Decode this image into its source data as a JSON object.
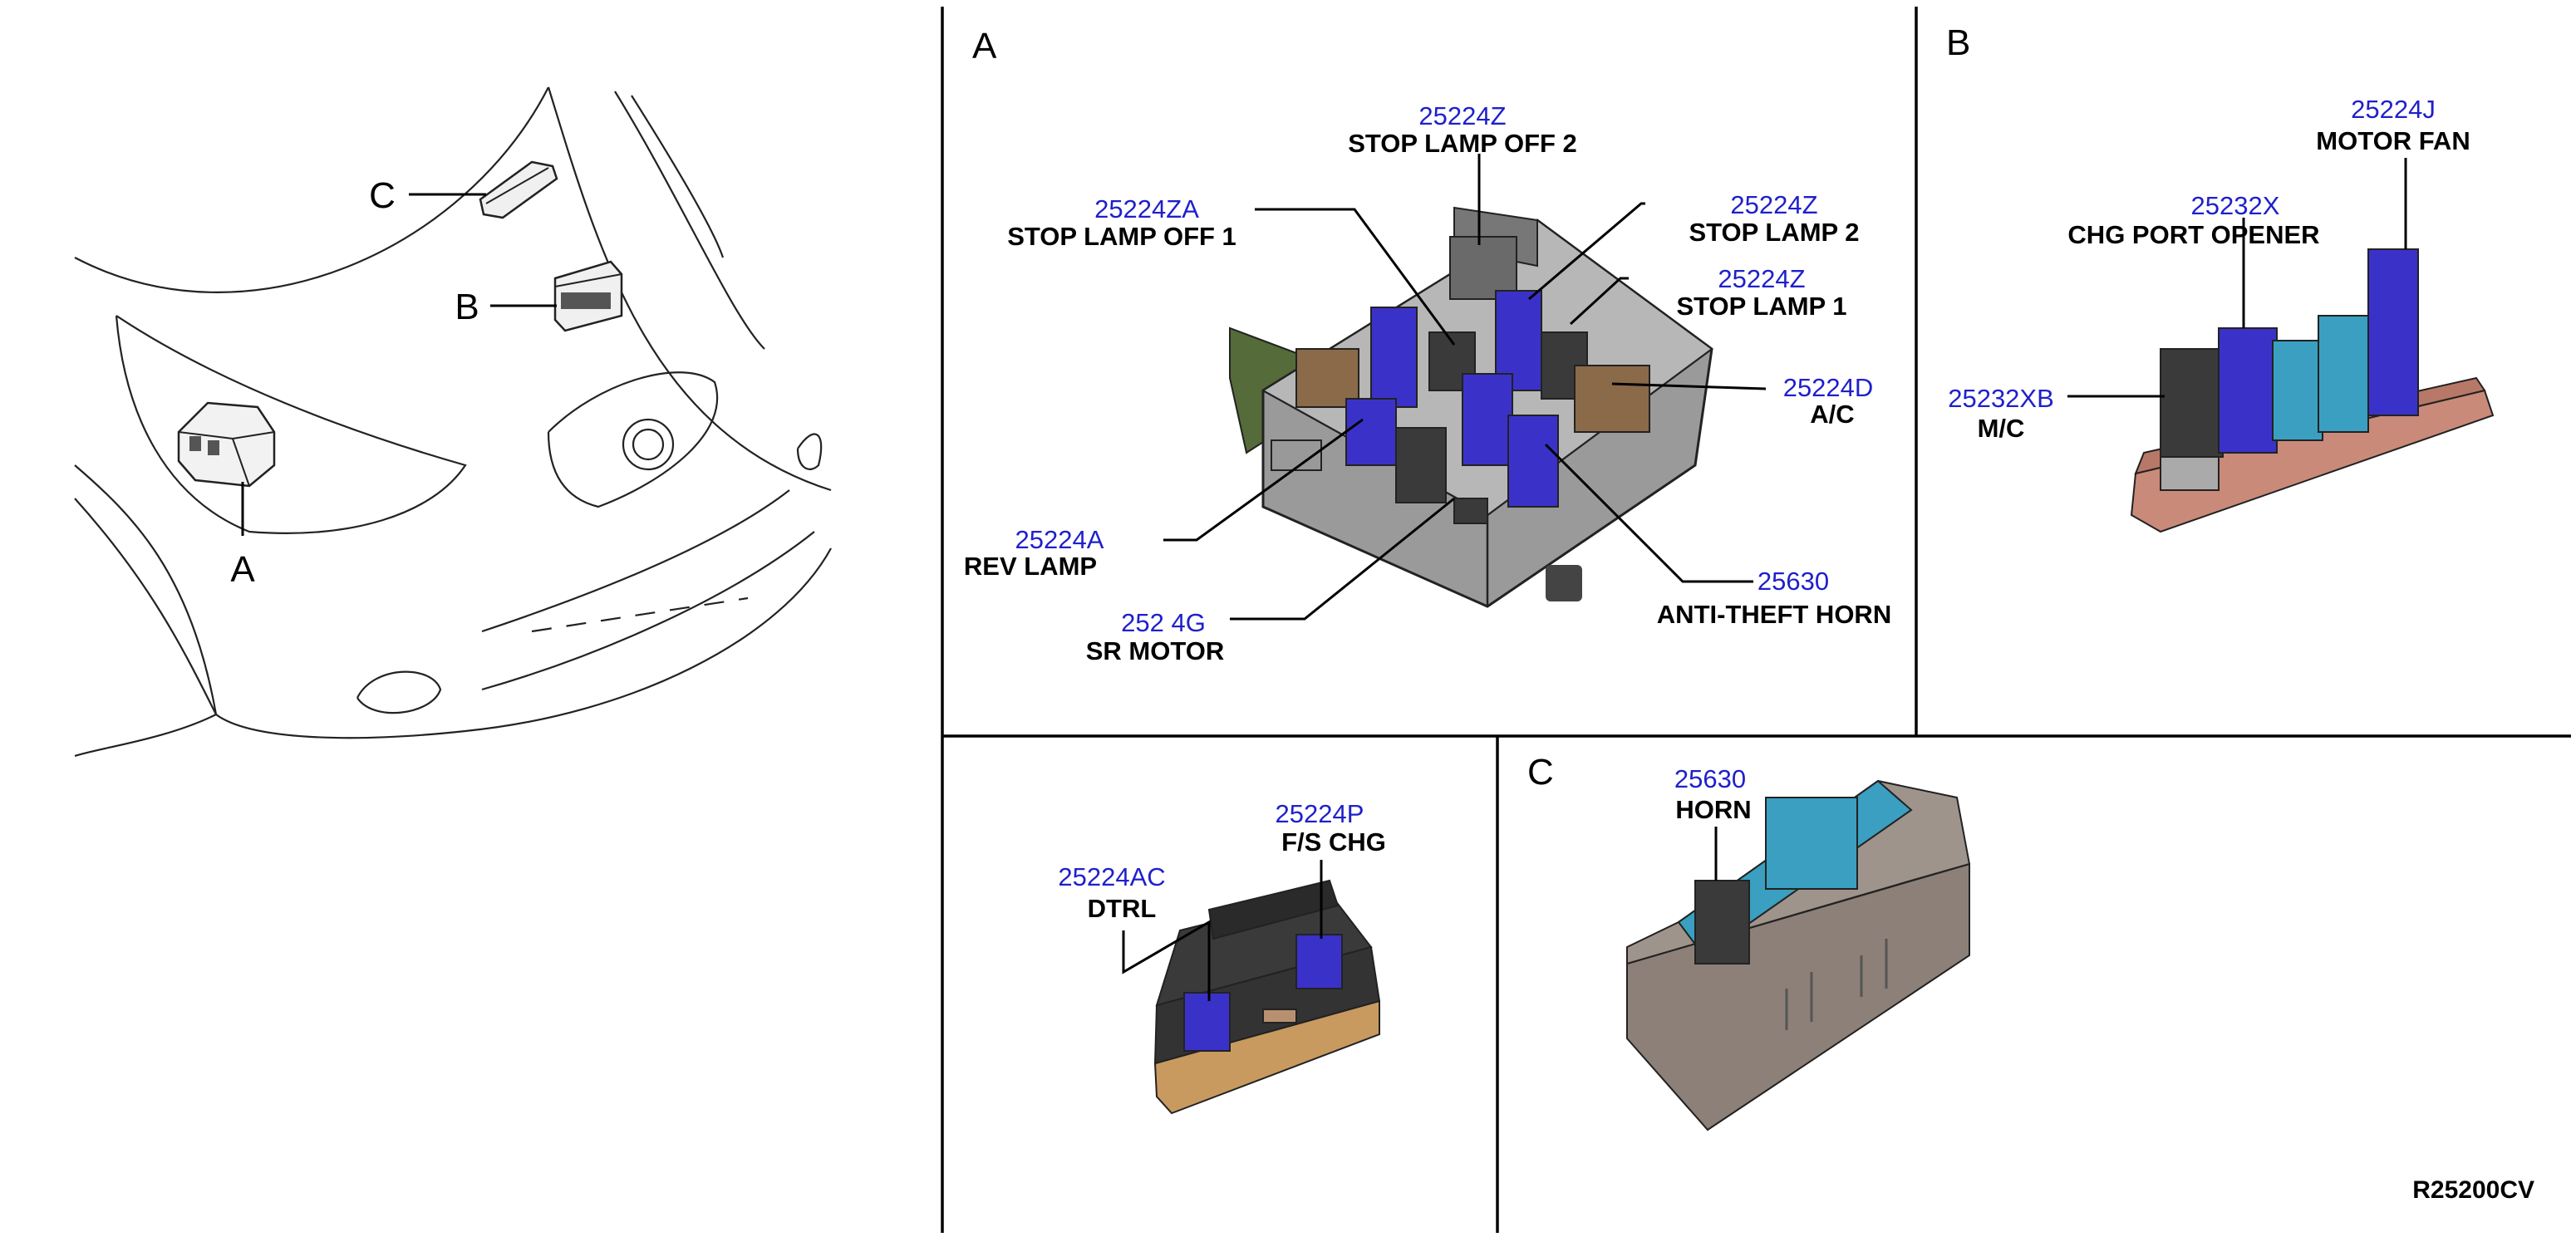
{
  "overview": {
    "label_a": "A",
    "label_b": "B",
    "label_c": "C"
  },
  "panel_a": {
    "letter": "A",
    "callouts": [
      {
        "part": "25224Z",
        "name": "STOP LAMP OFF 2"
      },
      {
        "part": "25224ZA",
        "name": "STOP LAMP OFF 1"
      },
      {
        "part": "25224Z",
        "name": "STOP LAMP 2"
      },
      {
        "part": "25224Z",
        "name": "STOP LAMP 1"
      },
      {
        "part": "25224D",
        "name": "A/C"
      },
      {
        "part": "25224A",
        "name": "REV LAMP"
      },
      {
        "part": "25630",
        "name": "ANTI-THEFT HORN"
      },
      {
        "part": "252 4G",
        "name": "SR MOTOR"
      }
    ]
  },
  "panel_b": {
    "letter": "B",
    "callouts": [
      {
        "part": "25224J",
        "name": "MOTOR FAN"
      },
      {
        "part": "25232X",
        "name": "CHG PORT OPENER"
      },
      {
        "part": "25232XB",
        "name": "M/C"
      }
    ]
  },
  "panel_d": {
    "callouts": [
      {
        "part": "25224P",
        "name": "F/S CHG"
      },
      {
        "part": "25224AC",
        "name": "DTRL"
      }
    ]
  },
  "panel_c": {
    "letter": "C",
    "callouts": [
      {
        "part": "25630",
        "name": "HORN"
      }
    ]
  },
  "reference_code": "R25200CV",
  "colors": {
    "relay_blue": "#3a32c8",
    "relay_dark": "#3a3a3a",
    "relay_brown": "#8a6a48",
    "relay_cyan": "#3a9fc0",
    "housing_gray": "#8c8c8c",
    "base_salmon": "#c98a7a",
    "part_number_blue": "#1f1fcc"
  }
}
